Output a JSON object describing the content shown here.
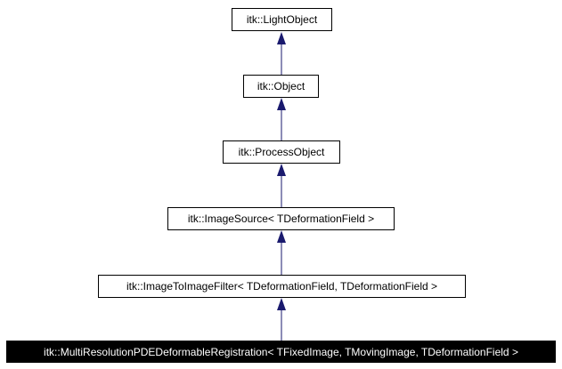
{
  "diagram": {
    "nodes": [
      {
        "id": "light-object",
        "label": "itk::LightObject"
      },
      {
        "id": "object",
        "label": "itk::Object"
      },
      {
        "id": "process-object",
        "label": "itk::ProcessObject"
      },
      {
        "id": "image-source",
        "label": "itk::ImageSource< TDeformationField >"
      },
      {
        "id": "image-to-image-filter",
        "label": "itk::ImageToImageFilter< TDeformationField, TDeformationField >"
      },
      {
        "id": "multi-resolution-pde",
        "label": "itk::MultiResolutionPDEDeformableRegistration< TFixedImage, TMovingImage, TDeformationField >"
      }
    ],
    "edges": [
      {
        "from": "object",
        "to": "light-object"
      },
      {
        "from": "process-object",
        "to": "object"
      },
      {
        "from": "image-source",
        "to": "process-object"
      },
      {
        "from": "image-to-image-filter",
        "to": "image-source"
      },
      {
        "from": "multi-resolution-pde",
        "to": "image-to-image-filter"
      }
    ],
    "colors": {
      "arrow": "#1a1a6e",
      "current_fill": "#000000",
      "node_border": "#000000"
    }
  }
}
